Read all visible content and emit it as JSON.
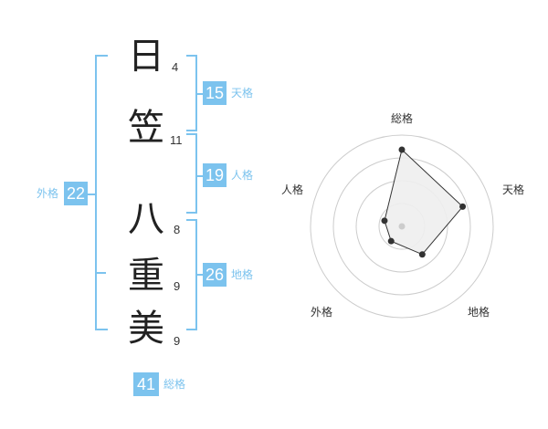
{
  "name_chars": [
    {
      "char": "日",
      "strokes": "4"
    },
    {
      "char": "笠",
      "strokes": "11"
    },
    {
      "char": "八",
      "strokes": "8"
    },
    {
      "char": "重",
      "strokes": "9"
    },
    {
      "char": "美",
      "strokes": "9"
    }
  ],
  "kakusu": {
    "tenkaku": {
      "value": "15",
      "label": "天格"
    },
    "jinkaku": {
      "value": "19",
      "label": "人格"
    },
    "chikaku": {
      "value": "26",
      "label": "地格"
    },
    "gaikaku": {
      "value": "22",
      "label": "外格"
    },
    "soukaku": {
      "value": "41",
      "label": "総格"
    }
  },
  "colors": {
    "accent": "#7cc3ee",
    "text": "#222222"
  },
  "chart_data": {
    "type": "radar",
    "axes": [
      "総格",
      "天格",
      "地格",
      "外格",
      "人格"
    ],
    "values": [
      0.84,
      0.7,
      0.38,
      0.2,
      0.2
    ],
    "max": 1,
    "rings": 4
  }
}
